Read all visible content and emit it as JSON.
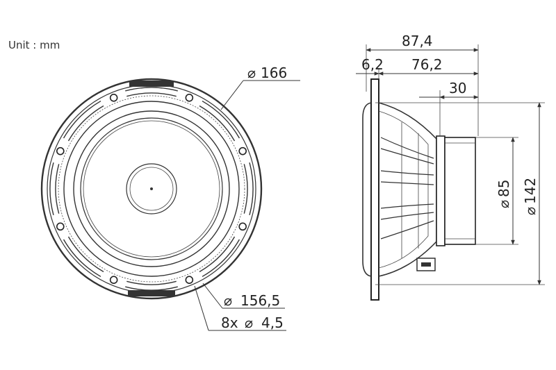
{
  "unit_label": "Unit : mm",
  "front_view": {
    "outer_diameter": "166",
    "bolt_circle": "156,5",
    "holes_count": "8x",
    "holes_diameter": "4,5"
  },
  "side_view": {
    "total_depth": "87,4",
    "flange_thickness": "6,2",
    "basket_depth": "76,2",
    "magnet_depth": "30",
    "magnet_diameter": "85",
    "cutout_diameter": "142"
  },
  "diameter_symbol": "⌀"
}
